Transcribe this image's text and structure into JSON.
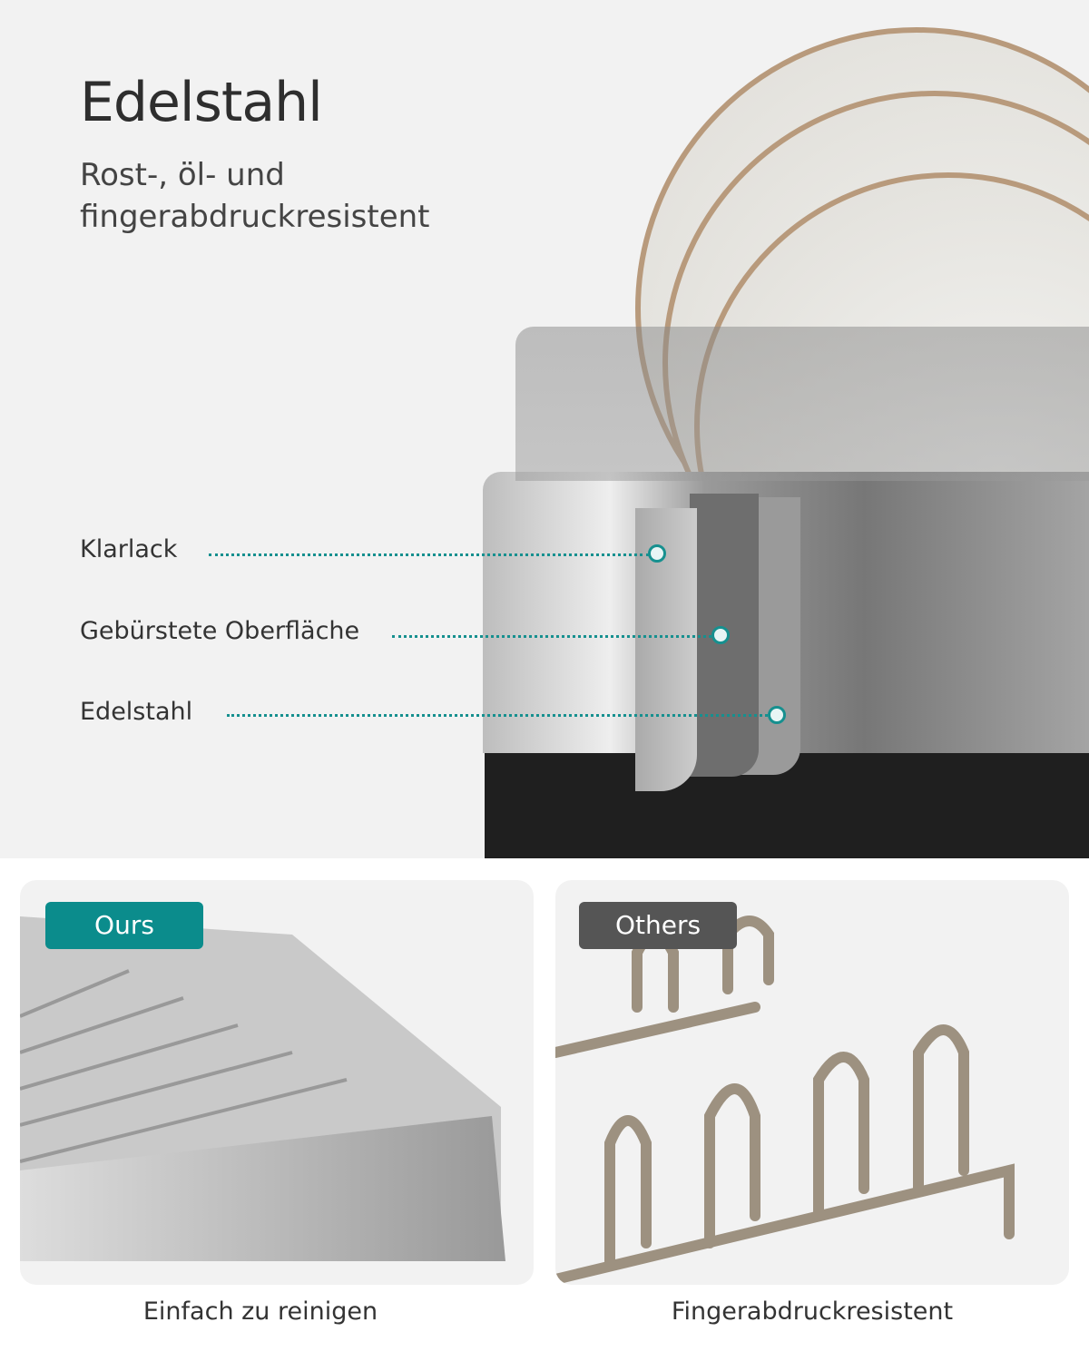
{
  "header": {
    "title": "Edelstahl",
    "subtitle": "Rost-, öl- und fingerabdruckresistent"
  },
  "layers": [
    {
      "label": "Klarlack"
    },
    {
      "label": "Gebürstete Oberfläche"
    },
    {
      "label": "Edelstahl"
    }
  ],
  "comparison": {
    "ours": {
      "badge": "Ours",
      "caption": "Einfach zu reinigen",
      "color": "#0b8c8c"
    },
    "others": {
      "badge": "Others",
      "caption": "Fingerabdruckresistent",
      "color": "#555555"
    }
  },
  "accent": "#16908f"
}
